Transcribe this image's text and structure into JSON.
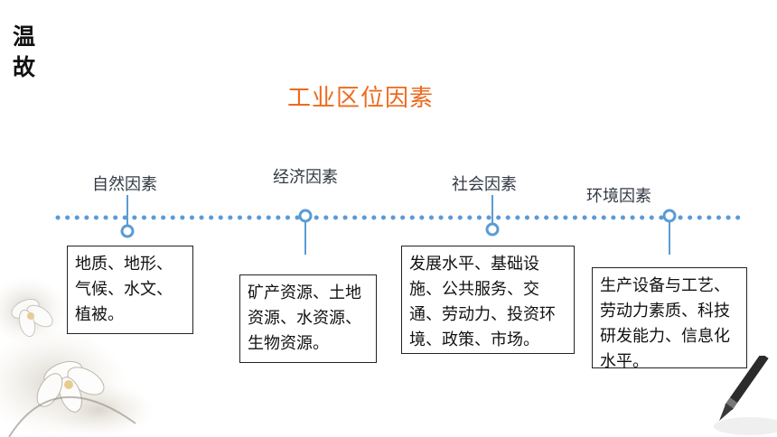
{
  "side_title": [
    "温",
    "故"
  ],
  "main_title": "工业区位因素",
  "categories": [
    {
      "label": "自然因素",
      "text": "地质、地形、气候、水文、植被。"
    },
    {
      "label": "经济因素",
      "text": "矿产资源、土地资源、水资源、生物资源。"
    },
    {
      "label": "社会因素",
      "text": "发展水平、基础设施、公共服务、交通、劳动力、投资环境、政策、市场。"
    },
    {
      "label": "环境因素",
      "text": "生产设备与工艺、劳动力素质、科技研发能力、信息化水平。"
    }
  ],
  "colors": {
    "title": "#ED6A1F",
    "timeline": "#5B9BD5",
    "label": "#333a44"
  },
  "icons": [
    "ink-flower-decoration",
    "brush-pen-icon"
  ]
}
